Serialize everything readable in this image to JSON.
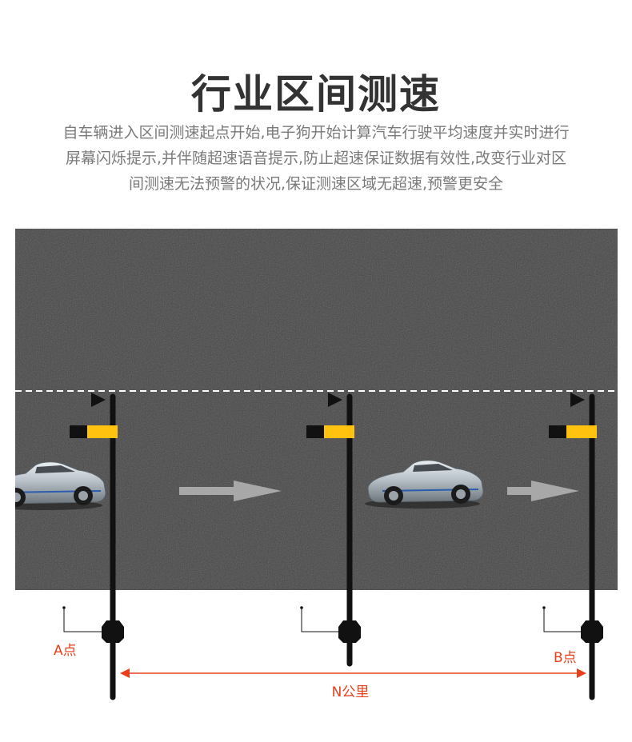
{
  "header": {
    "title": "行业区间测速",
    "description_lines": [
      "自车辆进入区间测速起点开始,电子狗开始计算汽车行驶平均速度并实时进行",
      "屏幕闪烁提示,并伴随超速语音提示,防止超速保证数据有效性,改变行业对区",
      "间测速无法预警的状况,保证测速区域无超速,预警更安全"
    ]
  },
  "diagram": {
    "label_a": "A点",
    "label_b": "B点",
    "distance_label": "N公里",
    "colors": {
      "road": "#444444",
      "accent_red": "#e8401c",
      "camera_yellow": "#ffc20e",
      "pole": "#111111",
      "arrow_gray": "#a8a8a8"
    },
    "icons": [
      "car-icon",
      "camera-icon",
      "flag-icon",
      "arrow-right-icon"
    ]
  }
}
